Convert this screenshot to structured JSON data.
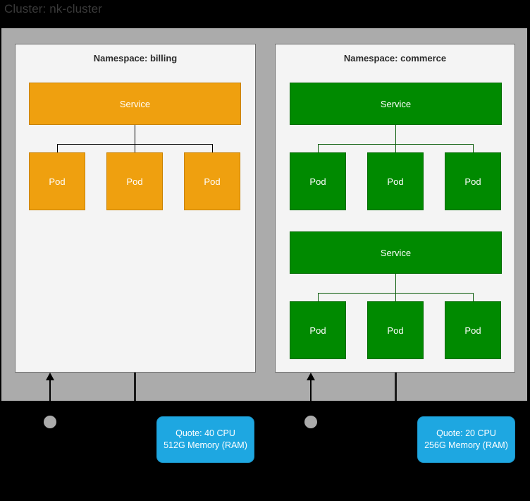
{
  "cluster": {
    "title": "Cluster: nk-cluster",
    "background_color": "#ababab",
    "page_background": "#000000"
  },
  "namespaces": [
    {
      "title": "Namespace: billing",
      "accent_color": "#efa00f",
      "border_color": "#c88100",
      "line_color": "#000000",
      "services": [
        {
          "label": "Service",
          "pods": [
            {
              "label": "Pod"
            },
            {
              "label": "Pod"
            },
            {
              "label": "Pod"
            }
          ]
        }
      ]
    },
    {
      "title": "Namespace: commerce",
      "accent_color": "#008a00",
      "border_color": "#026b02",
      "line_color": "#0a5c0a",
      "services": [
        {
          "label": "Service",
          "pods": [
            {
              "label": "Pod"
            },
            {
              "label": "Pod"
            },
            {
              "label": "Pod"
            }
          ]
        },
        {
          "label": "Service",
          "pods": [
            {
              "label": "Pod"
            },
            {
              "label": "Pod"
            },
            {
              "label": "Pod"
            }
          ]
        }
      ]
    }
  ],
  "quotes": [
    {
      "line1": "Quote: 40 CPU",
      "line2": "512G Memory (RAM)",
      "color": "#1ea7e1"
    },
    {
      "line1": "Quote: 20 CPU",
      "line2": "256G Memory (RAM)",
      "color": "#1ea7e1"
    }
  ]
}
